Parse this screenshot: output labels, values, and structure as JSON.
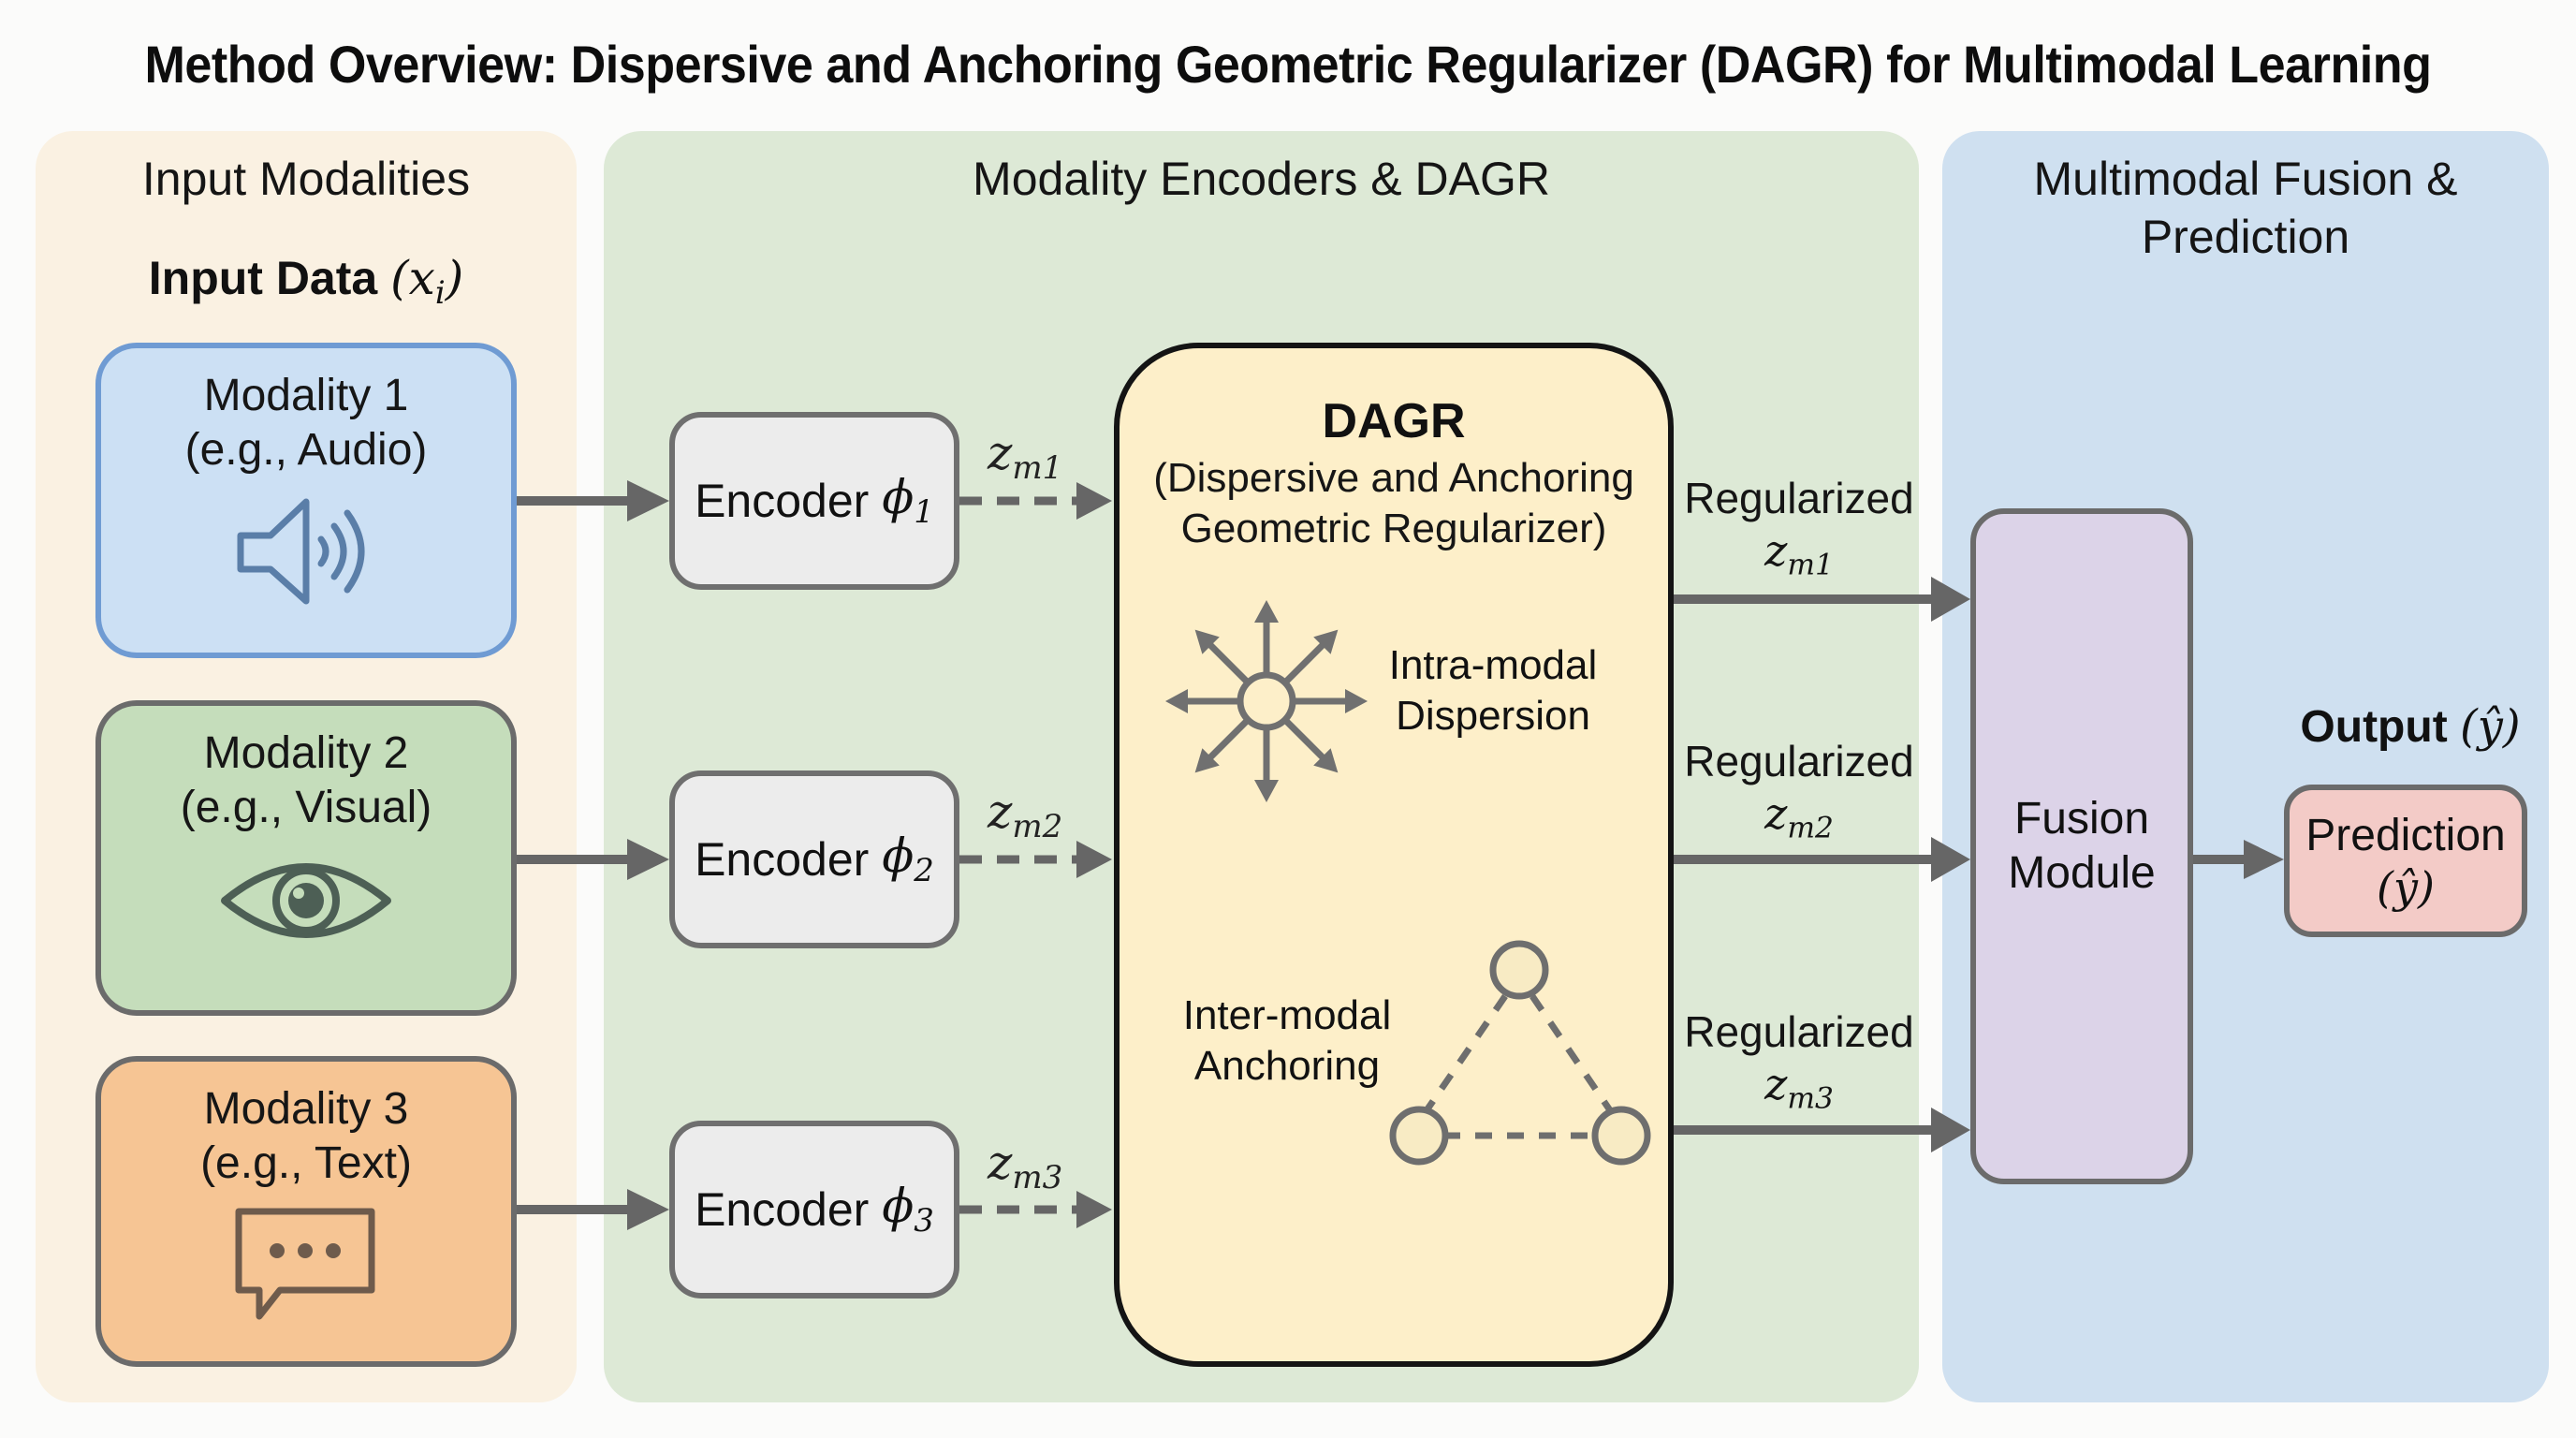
{
  "title": "Method Overview: Dispersive and Anchoring Geometric Regularizer (DAGR) for Multimodal Learning",
  "colors": {
    "panel_input": "#faf1e2",
    "panel_encoders": "#dde9d6",
    "panel_fusion": "#cfe0f0",
    "modality_audio": "#cce0f4",
    "modality_audio_border": "#6f9bd3",
    "modality_visual": "#c5ddbb",
    "modality_text": "#f6c594",
    "encoder": "#ececec",
    "dagr": "#fdefc9",
    "fusion": "#dcd3e8",
    "prediction": "#f3cbc7",
    "arrow": "#666666"
  },
  "panels": {
    "input": {
      "title": "Input Modalities",
      "section_label": "Input Data",
      "section_symbol": "x",
      "section_subscript": "i",
      "modalities": [
        {
          "name": "Modality 1",
          "example": "(e.g., Audio)",
          "icon": "speaker-icon"
        },
        {
          "name": "Modality 2",
          "example": "(e.g., Visual)",
          "icon": "eye-icon"
        },
        {
          "name": "Modality 3",
          "example": "(e.g., Text)",
          "icon": "chat-bubble-icon"
        }
      ]
    },
    "encoders": {
      "title": "Modality Encoders & DAGR",
      "encoders": [
        {
          "label": "Encoder",
          "symbol": "ϕ",
          "subscript": "1",
          "output_symbol": "z",
          "output_subscript": "m1"
        },
        {
          "label": "Encoder",
          "symbol": "ϕ",
          "subscript": "2",
          "output_symbol": "z",
          "output_subscript": "m2"
        },
        {
          "label": "Encoder",
          "symbol": "ϕ",
          "subscript": "3",
          "output_symbol": "z",
          "output_subscript": "m3"
        }
      ],
      "dagr": {
        "title": "DAGR",
        "subtitle_line1": "(Dispersive and Anchoring",
        "subtitle_line2": "Geometric Regularizer)",
        "dispersion_line1": "Intra-modal",
        "dispersion_line2": "Dispersion",
        "anchoring_line1": "Inter-modal",
        "anchoring_line2": "Anchoring"
      },
      "regularized_outputs": [
        {
          "label": "Regularized",
          "symbol": "z",
          "subscript": "m1"
        },
        {
          "label": "Regularized",
          "symbol": "z",
          "subscript": "m2"
        },
        {
          "label": "Regularized",
          "symbol": "z",
          "subscript": "m3"
        }
      ]
    },
    "fusion": {
      "title_line1": "Multimodal Fusion &",
      "title_line2": "Prediction",
      "fusion_line1": "Fusion",
      "fusion_line2": "Module",
      "output_label": "Output",
      "output_symbol": "(ŷ)",
      "prediction_line1": "Prediction",
      "prediction_line2": "(ŷ)"
    }
  }
}
